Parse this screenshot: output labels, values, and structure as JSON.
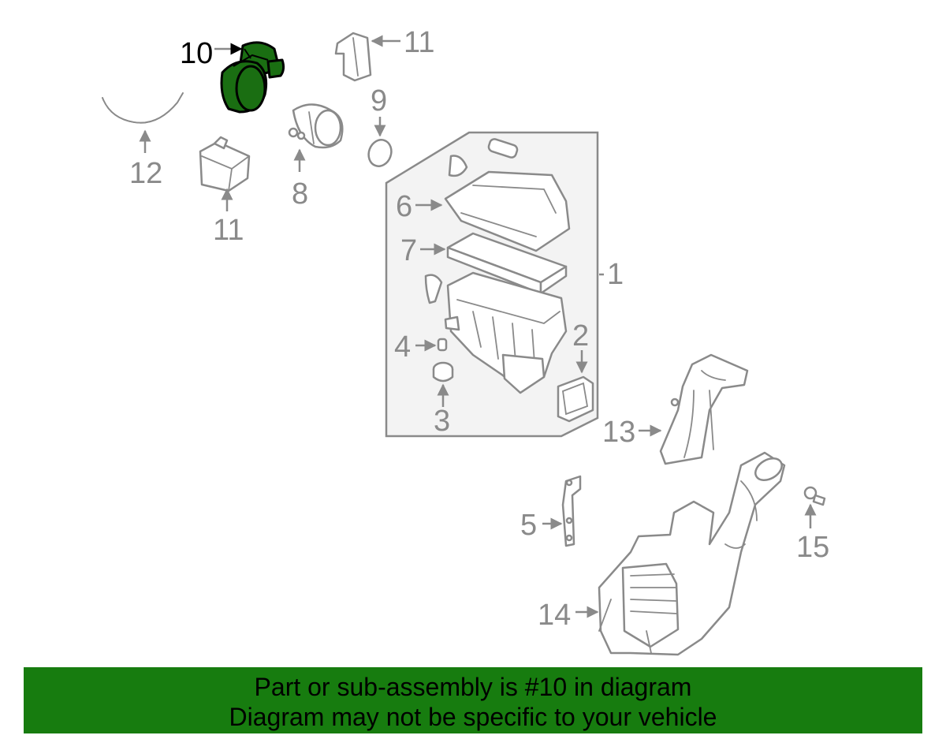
{
  "callouts": [
    {
      "id": "1",
      "text": "1"
    },
    {
      "id": "2",
      "text": "2"
    },
    {
      "id": "3",
      "text": "3"
    },
    {
      "id": "4",
      "text": "4"
    },
    {
      "id": "5",
      "text": "5"
    },
    {
      "id": "6",
      "text": "6"
    },
    {
      "id": "7",
      "text": "7"
    },
    {
      "id": "8",
      "text": "8"
    },
    {
      "id": "9",
      "text": "9"
    },
    {
      "id": "10",
      "text": "10"
    },
    {
      "id": "11a",
      "text": "11"
    },
    {
      "id": "11b",
      "text": "11"
    },
    {
      "id": "12",
      "text": "12"
    },
    {
      "id": "13",
      "text": "13"
    },
    {
      "id": "14",
      "text": "14"
    },
    {
      "id": "15",
      "text": "15"
    }
  ],
  "highlighted_part": "10",
  "colors": {
    "highlight_fill": "#1a6e12",
    "banner_background": "#177c0f",
    "line_art": "#8a8a8a"
  },
  "banner": {
    "line1": "Part or sub-assembly is #10 in diagram",
    "line2": "Diagram may not be specific to your vehicle"
  }
}
